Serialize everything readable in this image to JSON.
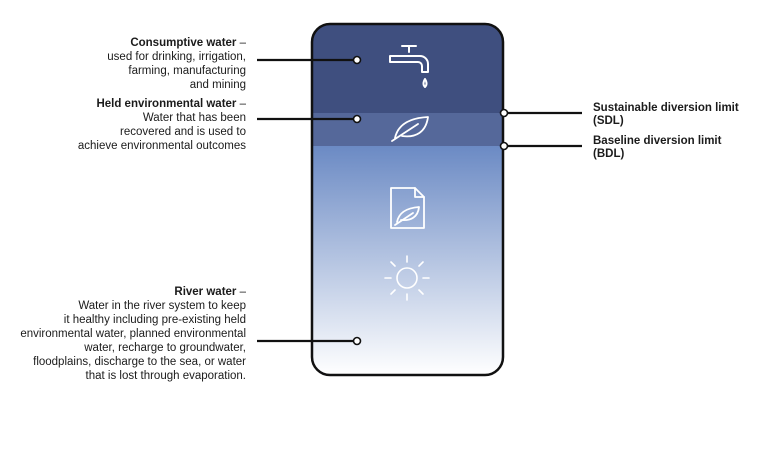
{
  "labels": {
    "consumptive": {
      "title": "Consumptive water",
      "dash": " –",
      "body": [
        "used for drinking, irrigation,",
        "farming, manufacturing",
        "and mining"
      ]
    },
    "held": {
      "title": "Held environmental water",
      "dash": " –",
      "body": [
        "Water that has been",
        "recovered and is used to",
        "achieve environmental outcomes"
      ]
    },
    "river": {
      "title": "River water",
      "dash": " –",
      "body": [
        "Water in the river system to keep",
        "it healthy including pre-existing held",
        "environmental water, planned environmental",
        "water, recharge to groundwater,",
        "floodplains, discharge to the sea, or water",
        "that is lost through evaporation."
      ]
    },
    "sdl": {
      "line1": "Sustainable diversion limit",
      "line2": "(SDL)"
    },
    "bdl": {
      "line1": "Baseline diversion limit",
      "line2": "(BDL)"
    }
  },
  "icons": [
    "tap-icon",
    "leaf-icon",
    "document-leaf-icon",
    "sun-icon"
  ],
  "colors": {
    "consumptive": "#3f4f7f",
    "held": "#55689a",
    "river_top": "#6b8ac4",
    "river_bottom": "#ffffff",
    "outline": "#111111"
  }
}
